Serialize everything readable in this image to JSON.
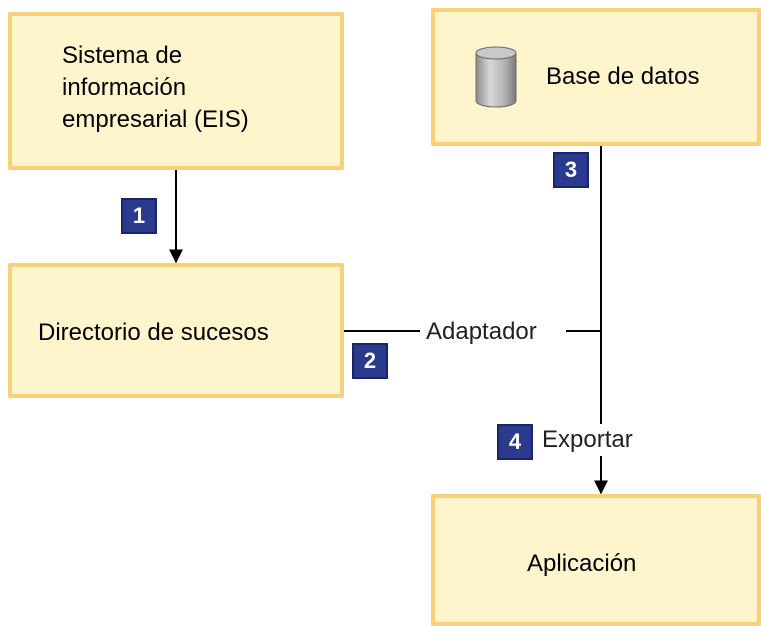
{
  "boxes": {
    "eis": {
      "line1": "Sistema de",
      "line2": "información",
      "line3": "empresarial (EIS)"
    },
    "database": {
      "label": "Base de datos",
      "icon": "database-icon"
    },
    "event_directory": {
      "label": "Directorio de sucesos"
    },
    "application": {
      "label": "Aplicación"
    }
  },
  "badges": {
    "one": "1",
    "two": "2",
    "three": "3",
    "four": "4"
  },
  "connector_labels": {
    "adapter": "Adaptador",
    "export": "Exportar"
  },
  "colors": {
    "box_fill": "#fff5cc",
    "box_border": "#f9cf7a",
    "badge_fill": "#2a3a8c",
    "line": "#000000"
  }
}
